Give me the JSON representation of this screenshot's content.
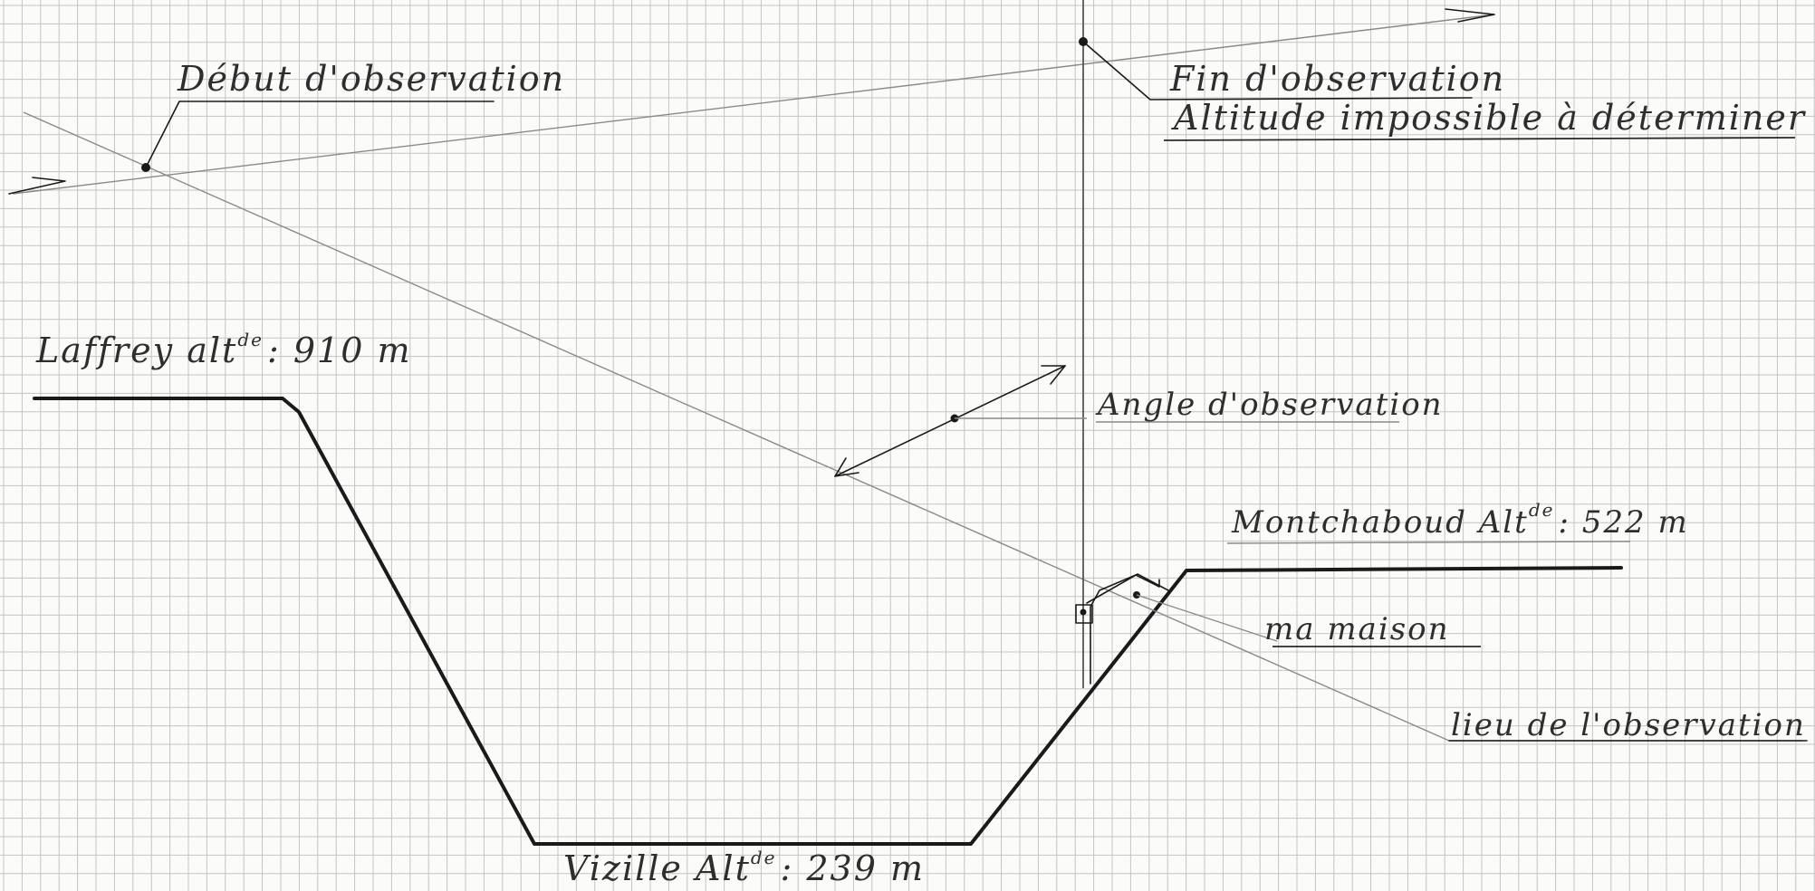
{
  "labels": {
    "debut": "Début d'observation",
    "fin": "Fin d'observation",
    "altitude_note": "Altitude impossible à déterminer",
    "laffrey_name": "Laffrey alt",
    "laffrey_sup": "de",
    "laffrey_value": ": 910 m",
    "angle": "Angle d'observation",
    "montchaboud_name": "Montchaboud Alt",
    "montchaboud_sup": "de",
    "montchaboud_value": ": 522 m",
    "maison": "ma maison",
    "lieu": "lieu de l'observation",
    "vizille_name": "Vizille Alt",
    "vizille_sup": "de",
    "vizille_value": ": 239 m"
  },
  "colors": {
    "paper": "#fbfbf9",
    "grid": "#c4c4c4",
    "ink": "#1a1a1a",
    "pencil": "#8a8a8a"
  }
}
